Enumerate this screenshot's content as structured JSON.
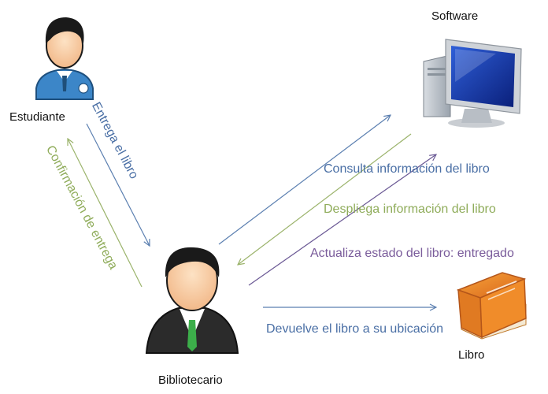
{
  "actors": {
    "student": {
      "label": "Estudiante",
      "icon": "student-icon"
    },
    "software": {
      "label": "Software",
      "icon": "computer-icon"
    },
    "librarian": {
      "label": "Bibliotecario",
      "icon": "librarian-icon"
    },
    "book": {
      "label": "Libro",
      "icon": "book-icon"
    }
  },
  "messages": {
    "deliver": "Entrega el libro",
    "confirm": "Confirmación de entrega",
    "query": "Consulta información del libro",
    "display": "Despliega información del libro",
    "update": "Actualiza estado del libro: entregado",
    "return": "Devuelve el libro a su ubicación"
  },
  "colors": {
    "blue": "#4a6fa5",
    "green": "#8fac5a",
    "purple": "#7a5c9b",
    "arrow_blue": "#5b7fb0",
    "arrow_green": "#9bb36b",
    "arrow_purple": "#6a5894"
  }
}
